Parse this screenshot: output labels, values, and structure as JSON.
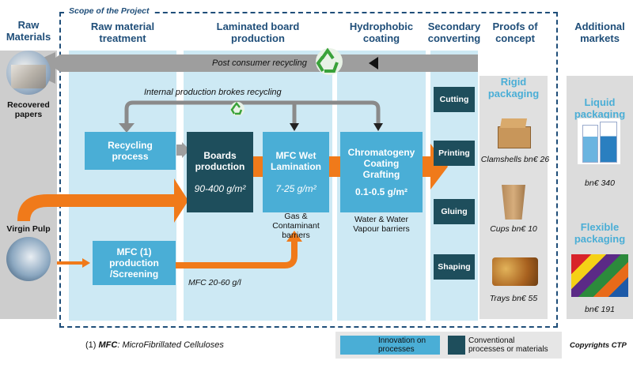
{
  "headers": {
    "raw_materials": "Raw\nMaterials",
    "raw_treatment": "Raw material\ntreatment",
    "laminated": "Laminated board\nproduction",
    "hydrophobic": "Hydrophobic\ncoating",
    "secondary": "Secondary\nconverting",
    "proofs": "Proofs of\nconcept",
    "additional": "Additional\nmarkets"
  },
  "scope_label": "Scope of the Project",
  "recycling": {
    "post_consumer": "Post consumer recycling",
    "internal": "Internal production brokes recycling"
  },
  "raw_materials": {
    "recovered": "Recovered\npapers",
    "virgin": "Virgin Pulp"
  },
  "boxes": {
    "recycling_process": "Recycling\nprocess",
    "boards": {
      "title": "Boards\nproduction",
      "value": "90-400 g/m²"
    },
    "mfc_wet": {
      "title": "MFC Wet\nLamination",
      "value": "7-25 g/m²"
    },
    "chromatogeny": {
      "title": "Chromatogeny\nCoating\nGrafting",
      "value": "0.1-0.5 g/m²"
    },
    "mfc_prod": "MFC (1)\nproduction\n/Screening"
  },
  "labels": {
    "gas_barriers": "Gas &\nContaminant\nbarriers",
    "water_barriers": "Water & Water\nVapour barriers",
    "mfc_conc": "MFC 20-60 g/l"
  },
  "secondary_steps": [
    "Cutting",
    "Printing",
    "Gluing",
    "Shaping"
  ],
  "rigid": {
    "title": "Rigid\npackaging",
    "clamshells": "Clamshells bn€ 26",
    "cups": "Cups bn€ 10",
    "trays": "Trays bn€ 55"
  },
  "additional": {
    "liquid_title": "Liquid\npackaging",
    "liquid_value": "bn€ 340",
    "flexible_title": "Flexible\npackaging",
    "flexible_value": "bn€ 191"
  },
  "footnote": {
    "prefix": "(1) ",
    "term": "MFC",
    "rest": ": MicroFibrillated Celluloses"
  },
  "legend": {
    "innovation": "Innovation on\nprocesses",
    "conventional": "Conventional\nprocesses or materials"
  },
  "copyright": "Copyrights CTP",
  "colors": {
    "innovation": "#4aaed6",
    "conventional": "#1e4e5c",
    "arrow": "#f07a1a",
    "grey": "#9e9e9e",
    "header": "#1f4e79"
  }
}
